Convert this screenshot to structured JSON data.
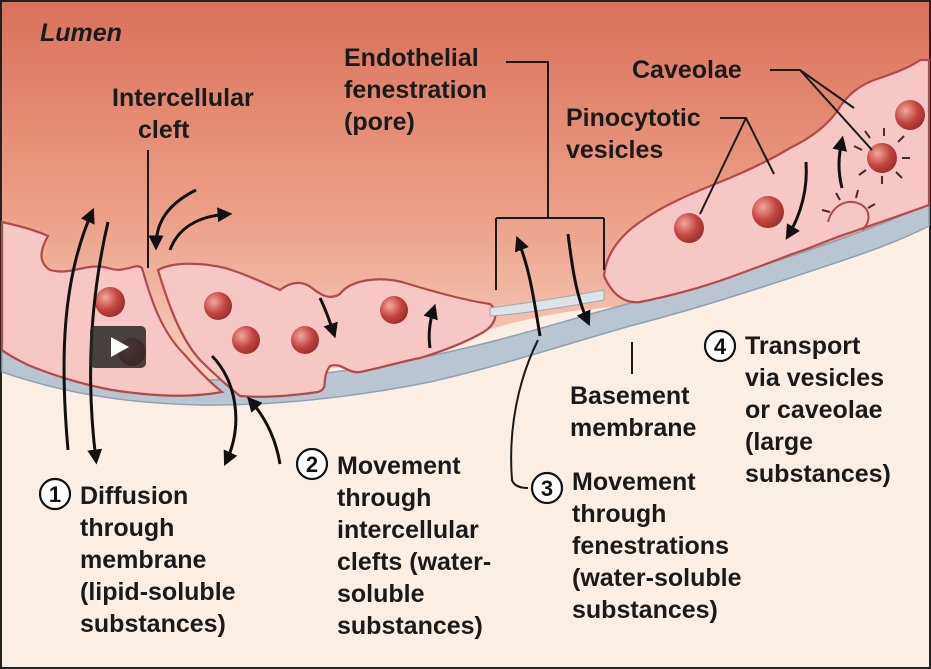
{
  "lumen_label": "Lumen",
  "labels": {
    "intercellular_cleft": [
      "Intercellular",
      "cleft"
    ],
    "endothelial_fenestration": [
      "Endothelial",
      "fenestration",
      "(pore)"
    ],
    "caveolae": "Caveolae",
    "pinocytotic_vesicles": [
      "Pinocytotic",
      "vesicles"
    ],
    "basement_membrane": [
      "Basement",
      "membrane"
    ]
  },
  "routes": [
    {
      "number": "1",
      "lines": [
        "Diffusion",
        "through",
        "membrane",
        "(lipid-soluble",
        "substances)"
      ]
    },
    {
      "number": "2",
      "lines": [
        "Movement",
        "through",
        "intercellular",
        "clefts (water-",
        "soluble",
        "substances)"
      ]
    },
    {
      "number": "3",
      "lines": [
        "Movement",
        "through",
        "fenestrations",
        "(water-soluble",
        "substances)"
      ]
    },
    {
      "number": "4",
      "lines": [
        "Transport",
        "via vesicles",
        "or caveolae",
        "(large",
        "substances)"
      ]
    }
  ],
  "colors": {
    "lumen_top": "#d9725a",
    "lumen_bottom": "#f7d2c2",
    "cell_fill": "#f6c7c4",
    "cell_stroke": "#b24a4a",
    "vesicle": "#c2443e",
    "membrane": "#b9c6d2",
    "tissue": "#fbeee4"
  },
  "play_icon": "play-icon"
}
